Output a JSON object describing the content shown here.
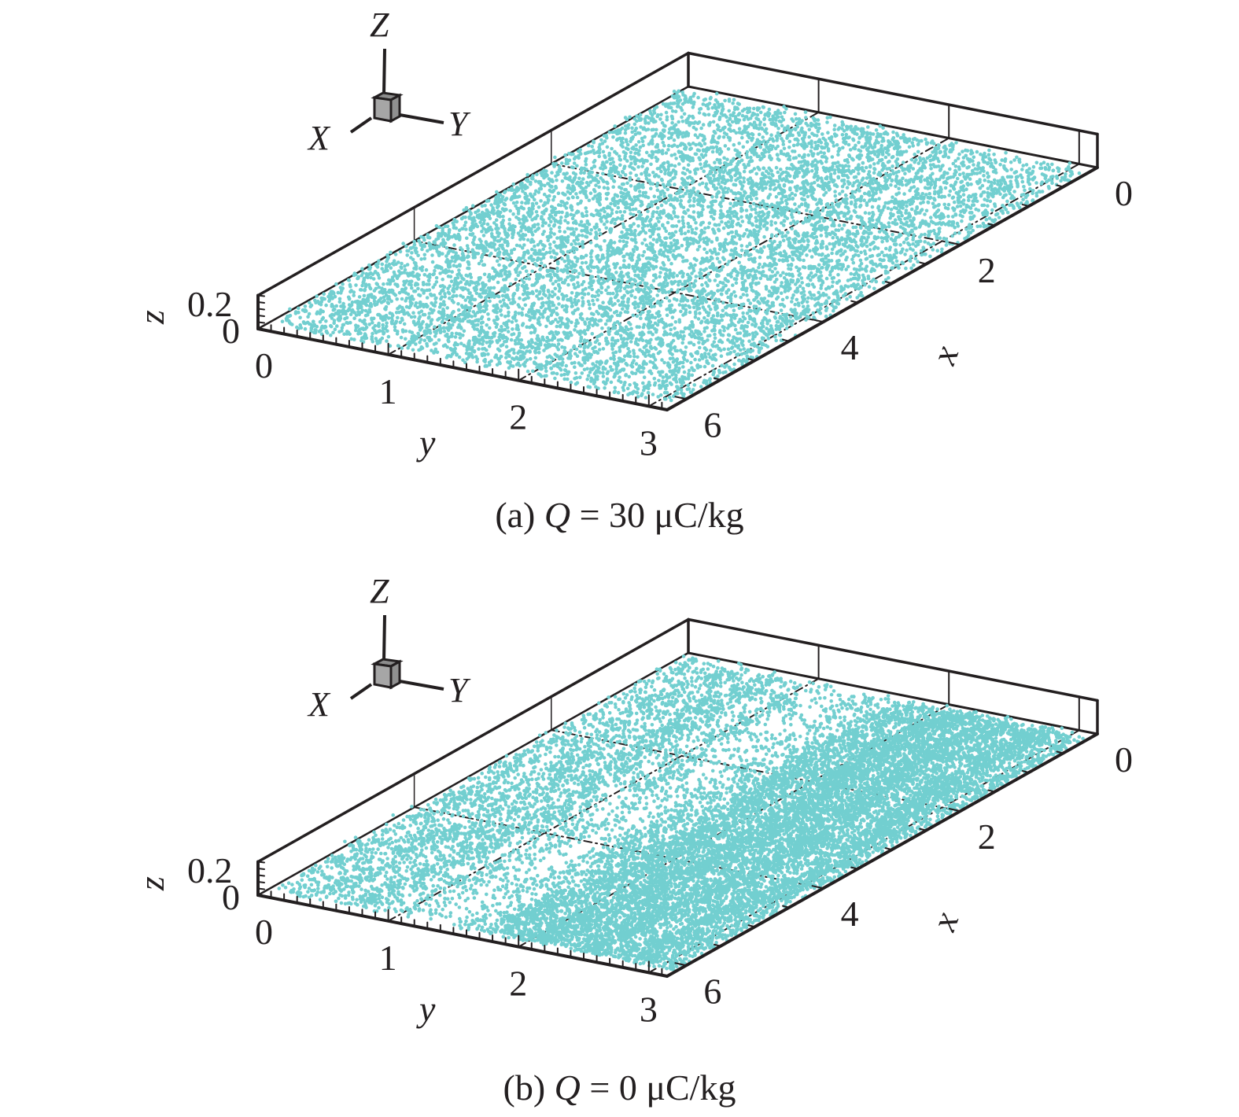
{
  "figure": {
    "dot_color": "#72cfd0",
    "axis_color": "#231f20",
    "triad_cube_color": "#a6a6a6",
    "triad_labels": {
      "z": "Z",
      "x": "X",
      "y": "Y"
    }
  },
  "panels": [
    {
      "id": "a",
      "caption_prefix": "(a) ",
      "caption_var": "Q",
      "caption_suffix": " = 30 μC/kg",
      "y_axis_label": "y",
      "x_axis_label": "x",
      "z_axis_label": "z",
      "y_ticks": [
        "0",
        "1",
        "2",
        "3"
      ],
      "x_ticks": [
        "0",
        "2",
        "4",
        "6"
      ],
      "z_ticks": [
        "0",
        "0.2"
      ]
    },
    {
      "id": "b",
      "caption_prefix": "(b) ",
      "caption_var": "Q",
      "caption_suffix": " = 0 μC/kg",
      "y_axis_label": "y",
      "x_axis_label": "x",
      "z_axis_label": "z",
      "y_ticks": [
        "0",
        "1",
        "2",
        "3"
      ],
      "x_ticks": [
        "0",
        "2",
        "4",
        "6"
      ],
      "z_ticks": [
        "0",
        "0.2"
      ]
    }
  ],
  "chart_data": [
    {
      "type": "scatter",
      "title": "(a) Q = 30 μC/kg",
      "projection": "3d",
      "xlabel": "x",
      "ylabel": "y",
      "zlabel": "z",
      "xlim": [
        0,
        6.28
      ],
      "ylim": [
        0,
        3.14
      ],
      "zlim": [
        0,
        0.25
      ],
      "x_ticks": [
        0,
        2,
        4,
        6
      ],
      "y_ticks": [
        0,
        1,
        2,
        3
      ],
      "z_ticks": [
        0,
        0.2
      ],
      "grid": true,
      "distribution": "particles spread nearly uniformly over the whole x–y plane near the bottom wall (z≈0), slight streaky clustering",
      "n_points_approx": 9000,
      "density_profile_y": [
        {
          "y": 0.0,
          "rel": 0.9
        },
        {
          "y": 0.8,
          "rel": 1.0
        },
        {
          "y": 1.6,
          "rel": 1.0
        },
        {
          "y": 2.4,
          "rel": 1.0
        },
        {
          "y": 3.14,
          "rel": 0.9
        }
      ]
    },
    {
      "type": "scatter",
      "title": "(b) Q = 0 μC/kg",
      "projection": "3d",
      "xlabel": "x",
      "ylabel": "y",
      "zlabel": "z",
      "xlim": [
        0,
        6.28
      ],
      "ylim": [
        0,
        3.14
      ],
      "zlim": [
        0,
        0.25
      ],
      "x_ticks": [
        0,
        2,
        4,
        6
      ],
      "y_ticks": [
        0,
        1,
        2,
        3
      ],
      "z_ticks": [
        0,
        0.2
      ],
      "grid": true,
      "distribution": "particles concentrate into streamwise streaks; a dense band for y≈1.6–3.1 and a moderate band for y≈0.2–1.3 with a sparse gap near y≈1.4",
      "n_points_approx": 16000,
      "density_profile_y": [
        {
          "y": 0.1,
          "rel": 0.35
        },
        {
          "y": 0.7,
          "rel": 0.45
        },
        {
          "y": 1.4,
          "rel": 0.1
        },
        {
          "y": 2.0,
          "rel": 1.0
        },
        {
          "y": 2.6,
          "rel": 0.95
        },
        {
          "y": 3.1,
          "rel": 0.8
        }
      ]
    }
  ]
}
